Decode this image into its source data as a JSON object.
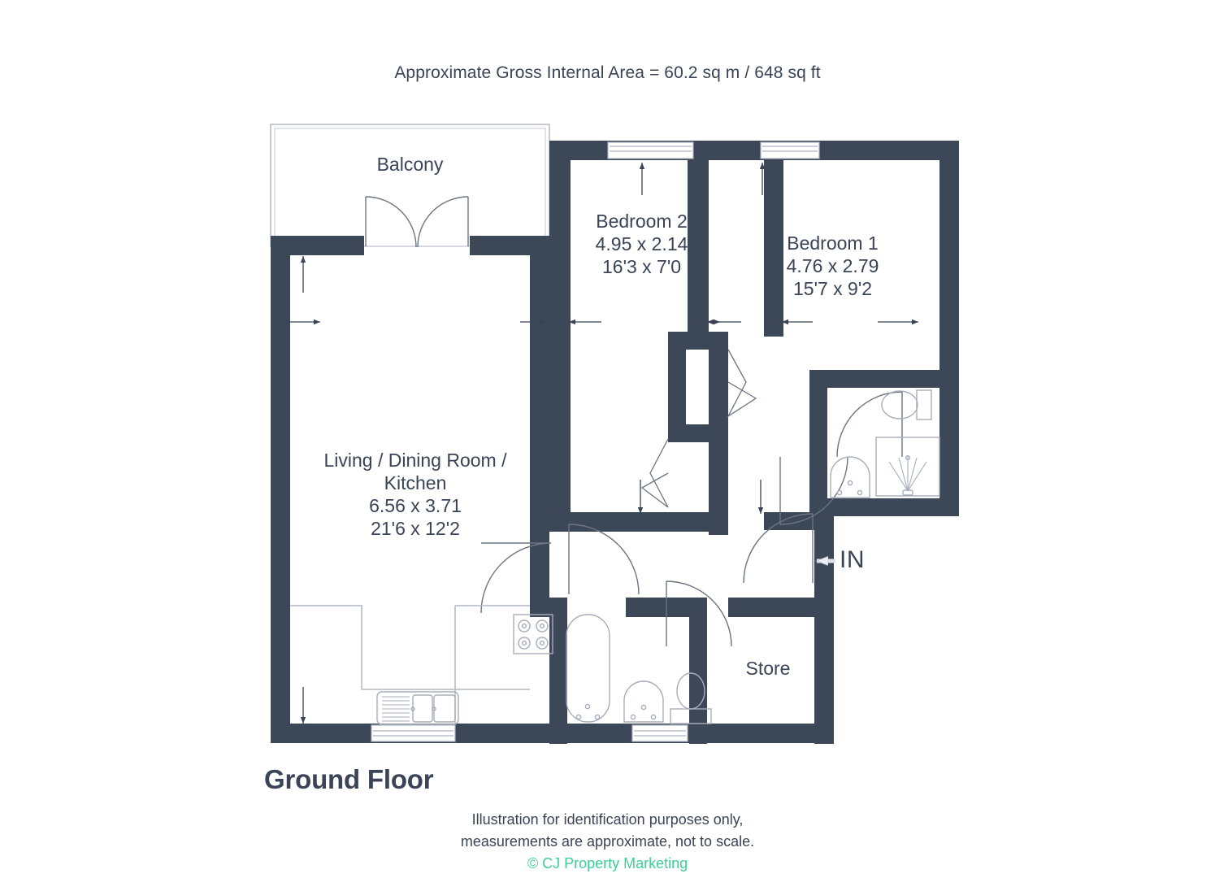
{
  "header": {
    "area_text": "Approximate Gross Internal Area = 60.2 sq m / 648 sq ft"
  },
  "floor": {
    "title": "Ground Floor"
  },
  "entrance": {
    "label": "IN",
    "arrow_icon": "left-arrow-icon"
  },
  "rooms": [
    {
      "id": "balcony",
      "name": "Balcony",
      "metric": "",
      "imperial": ""
    },
    {
      "id": "bedroom-2",
      "name": "Bedroom 2",
      "metric": "4.95 x 2.14",
      "imperial": "16'3 x 7'0"
    },
    {
      "id": "bedroom-1",
      "name": "Bedroom 1",
      "metric": "4.76 x 2.79",
      "imperial": "15'7 x 9'2"
    },
    {
      "id": "living-dining-kitchen",
      "name": "Living / Dining Room /",
      "name_line2": "Kitchen",
      "metric": "6.56 x 3.71",
      "imperial": "21'6 x 12'2"
    },
    {
      "id": "store",
      "name": "Store",
      "metric": "",
      "imperial": ""
    }
  ],
  "footer": {
    "line1": "Illustration for identification purposes only,",
    "line2": "measurements are approximate, not to scale.",
    "copyright": "© CJ Property Marketing"
  },
  "colors": {
    "wall": "#3c4758",
    "text": "#3a4456",
    "fixture_stroke": "#8c94a3",
    "copyright": "#3ecf9a",
    "background": "#ffffff"
  },
  "fixtures": [
    "hob-icon",
    "kitchen-sink-icon",
    "bathtub-icon",
    "basin-icon",
    "toilet-icon",
    "shower-icon",
    "ensuite-toilet-icon",
    "ensuite-basin-icon"
  ]
}
